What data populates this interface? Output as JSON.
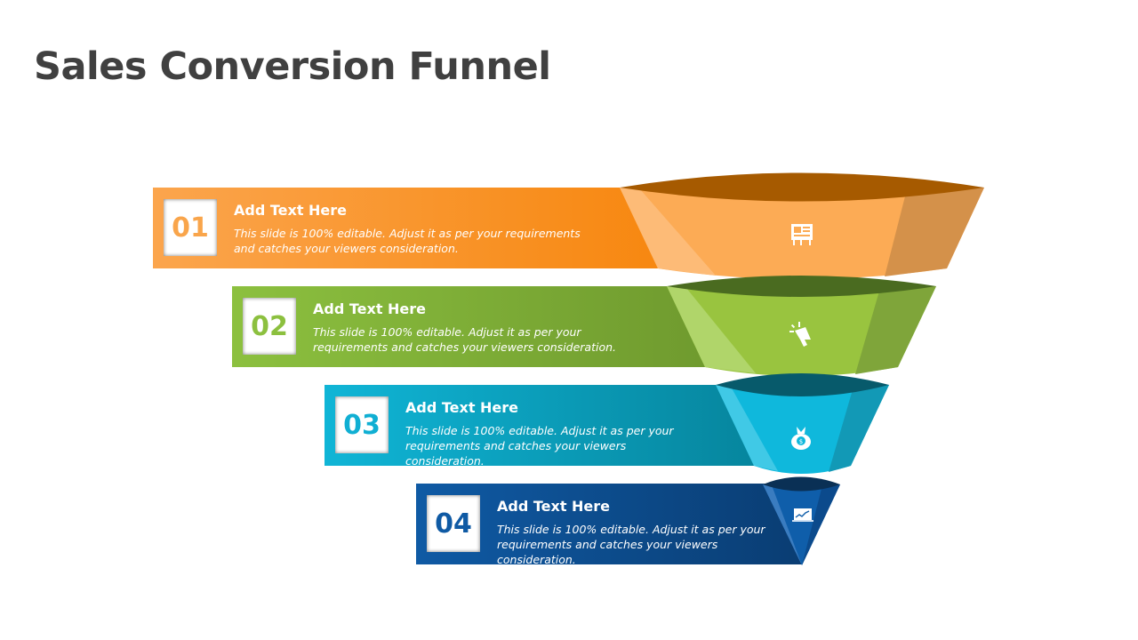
{
  "title": "Sales Conversion Funnel",
  "stages": [
    {
      "number": "01",
      "heading": "Add Text Here",
      "description": "This slide is 100%  editable. Adjust it as per your requirements and catches your viewers consideration.",
      "icon": "billboard-icon",
      "color": "#f7870f"
    },
    {
      "number": "02",
      "heading": "Add Text Here",
      "description": "This slide is 100%  editable. Adjust it as per your requirements and catches your viewers consideration.",
      "icon": "megaphone-icon",
      "color": "#8cc03f"
    },
    {
      "number": "03",
      "heading": "Add Text Here",
      "description": "This slide is 100%  editable. Adjust it as per your requirements and catches your viewers consideration.",
      "icon": "money-bag-icon",
      "color": "#0fb8dc"
    },
    {
      "number": "04",
      "heading": "Add Text Here",
      "description": "This slide is 100%  editable. Adjust it as per your requirements and catches your viewers consideration.",
      "icon": "laptop-chart-icon",
      "color": "#0f5aa4"
    }
  ]
}
